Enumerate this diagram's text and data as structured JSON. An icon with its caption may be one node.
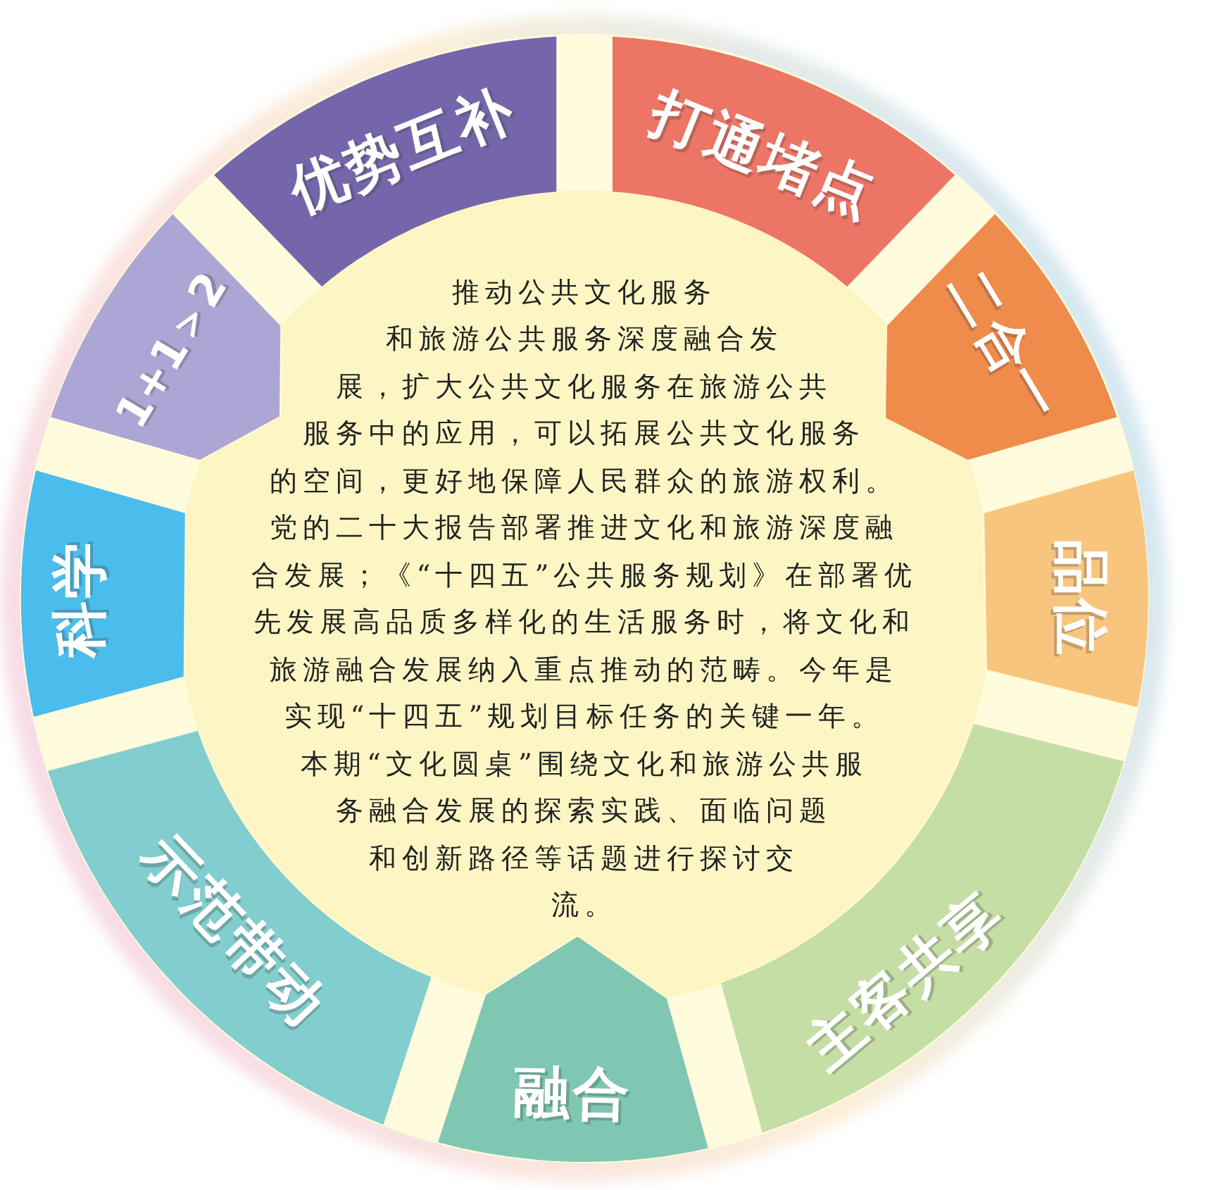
{
  "diagram": {
    "nodes": [
      {
        "text": [
          "优势互补"
        ]
      },
      {
        "text": [
          "打通堵点"
        ]
      },
      {
        "text": [
          "二合一"
        ]
      },
      {
        "text": [
          "品位"
        ]
      },
      {
        "text": [
          "主客共享"
        ]
      },
      {
        "text": [
          "融合"
        ]
      },
      {
        "text": [
          "示范带动"
        ]
      },
      {
        "text": [
          "科学"
        ]
      },
      {
        "text": [
          "1+1＞2"
        ]
      },
      {
        "text": [
          "推动公共文化服务和旅游公共服务深度融合发展，扩大公共文化服务在旅游公共服务中的应用，可以拓展公共文化服务的空间，更好地保障人民群众的旅游权利。党的二十大报告部署推进文化和旅游深度融合发展；《“十四五”公共服务规划》在部署优先发展高品质多样化的生活服务时，将文化和旅游融合发展纳入重点推动的范畴。今年是实现“十四五”规划目标任务的关键一年。本期“文化圆桌”围绕文化和旅游公共服务融合发展的探索实践、面临问题和创新路径等话题进行探讨交流。"
        ]
      }
    ]
  }
}
